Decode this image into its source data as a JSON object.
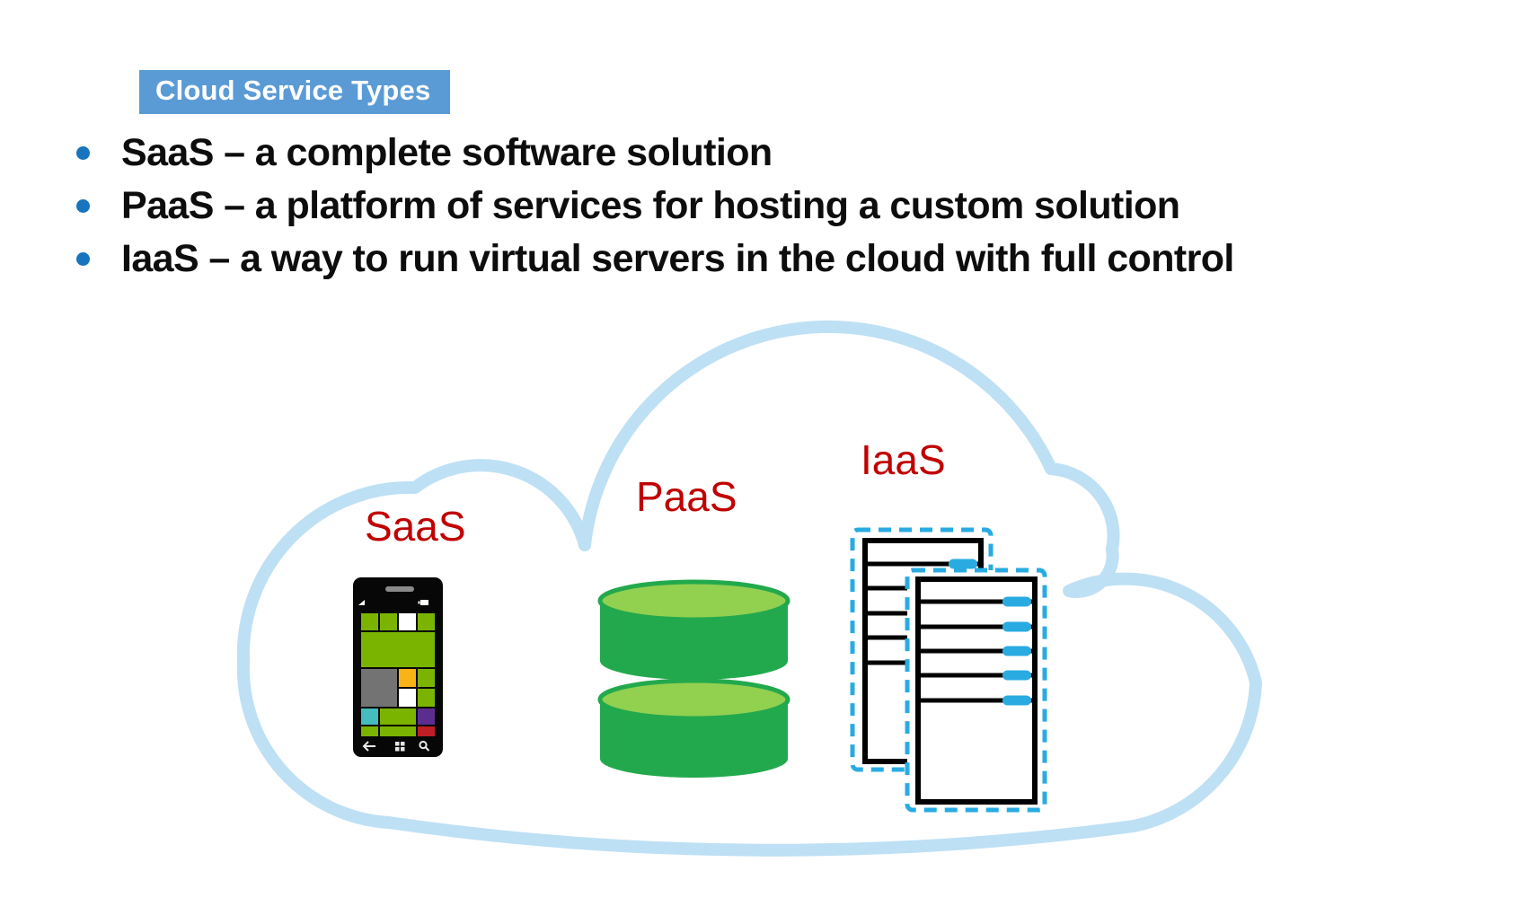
{
  "slide": {
    "title_badge": "Cloud Service Types",
    "bullets": [
      "SaaS – a complete software solution",
      "PaaS – a platform of services for hosting a custom solution",
      "IaaS – a way to run virtual servers in the cloud with full control"
    ],
    "diagram": {
      "labels": {
        "saas": "SaaS",
        "paas": "PaaS",
        "iaas": "IaaS"
      }
    },
    "colors": {
      "badge_bg": "#5B9BD5",
      "badge_text": "#FFFFFF",
      "bullet_dot": "#1874BC",
      "bullet_text": "#0D0D0D",
      "label_red": "#C00000",
      "cloud_outline": "#BEE0F4",
      "db_green_dark": "#23A94D",
      "db_green_light": "#92D050",
      "server_accent_blue": "#29ABE2",
      "phone_tile_green": "#7AB400",
      "phone_tile_gray": "#737373",
      "phone_tile_orange": "#F9B316",
      "phone_tile_teal": "#45BCBE",
      "phone_tile_purple": "#5B2D8E",
      "phone_tile_red": "#BE1E24"
    }
  }
}
